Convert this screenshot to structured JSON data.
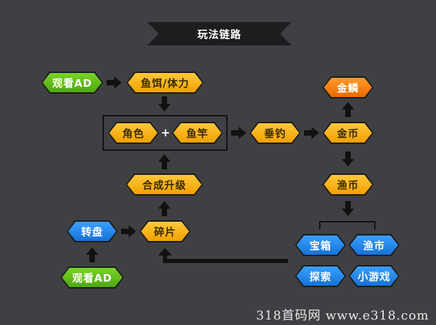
{
  "title": "玩法链路",
  "nodes": {
    "watch_ad_top": "观看AD",
    "bait_stamina": "鱼饵/体力",
    "character": "角色",
    "fishing_rod": "鱼竿",
    "fishing": "垂钓",
    "gold_coin": "金币",
    "golden_scale": "金鳞",
    "fish_coin": "渔币",
    "synthesis_upgrade": "合成升级",
    "fragment": "碎片",
    "turntable": "转盘",
    "watch_ad_bottom": "观看AD",
    "treasure_box": "宝箱",
    "fish_market": "渔市",
    "explore": "探索",
    "mini_game": "小游戏"
  },
  "plus": "+",
  "watermark": "318首码网   www.e318.com",
  "colors": {
    "background": "#3f4043",
    "yellow": "#f7b512",
    "green": "#5dbb1a",
    "blue": "#1f86ee",
    "orange": "#f57d0d"
  }
}
